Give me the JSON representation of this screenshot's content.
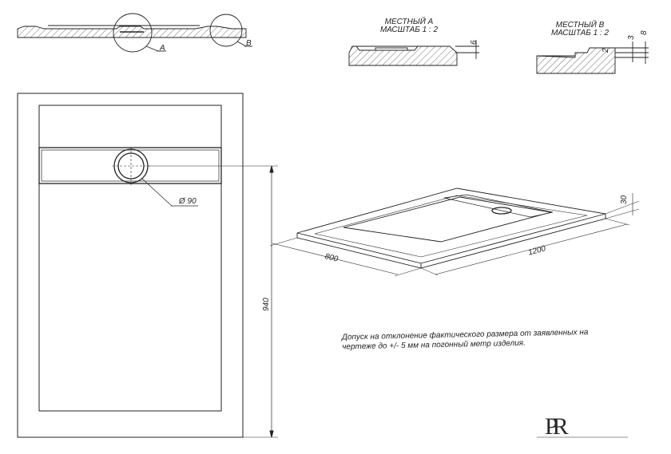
{
  "detail_a": {
    "title_1": "МЕСТНЫЙ А",
    "title_2": "МАСШТАБ 1 : 2",
    "dim_6": "6"
  },
  "detail_b": {
    "title_1": "МЕСТНЫЙ В",
    "title_2": "МАСШТАБ 1 : 2",
    "dim_3": "3",
    "dim_8": "8",
    "dim_2": "2"
  },
  "section": {
    "callout_a": "A",
    "callout_b": "B"
  },
  "plan": {
    "drain_diameter": "Ø 90",
    "height_940": "940"
  },
  "iso": {
    "width_800": "800",
    "length_1200": "1200",
    "thickness_30": "30"
  },
  "note": {
    "line_1": "Допуск на отклонение фактического размера от заявленных на",
    "line_2": "чертеже до +/- 5 мм на погонный метр изделия."
  },
  "logo": {
    "text": "PR"
  }
}
